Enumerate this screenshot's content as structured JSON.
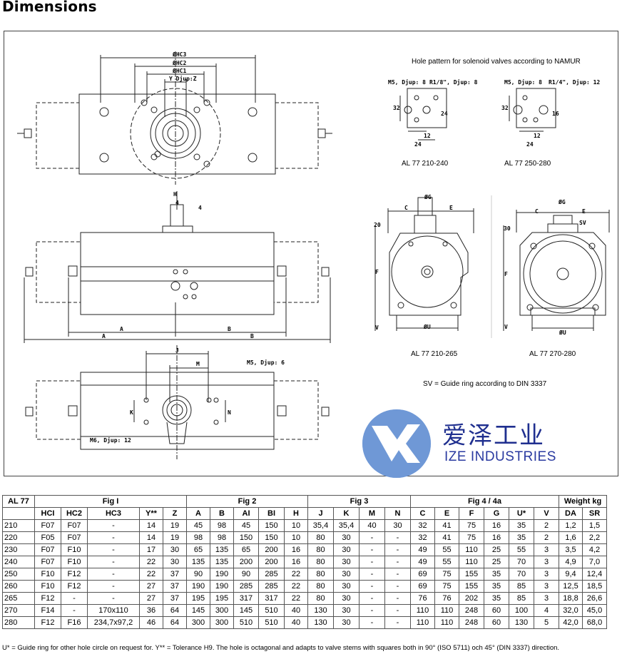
{
  "title": "Dimensions",
  "figure": {
    "hole_pattern_title": "Hole pattern for solenoid valves according to NAMUR",
    "caption_210_240": "AL 77 210-240",
    "caption_250_280": "AL 77 250-280",
    "caption_210_265": "AL 77 210-265",
    "caption_270_280": "AL 77 270-280",
    "sv_note": "SV = Guide ring according to DIN 3337",
    "dim_labels": {
      "hc3": "ØHC3",
      "hc2": "ØHC2",
      "hc1": "ØHC1",
      "y_djup": "Y  Djup:Z",
      "m5_8": "M5, Djup: 8",
      "r18": "R1/8\", Djup: 8",
      "m5_8b": "M5, Djup: 8",
      "r14": "R1/4\", Djup: 12",
      "n32a": "32",
      "n32b": "32",
      "n24a": "24",
      "n12": "12",
      "n24b": "24",
      "n12b": "12",
      "n16": "16",
      "n24c": "24",
      "h": "H",
      "n4a": "4",
      "n4b": "4",
      "a1": "A",
      "b1": "B",
      "a2": "A",
      "b2": "B",
      "j": "J",
      "m": "M",
      "k": "K",
      "n": "N",
      "m5_6": "M5, Djup: 6",
      "m6_12": "M6, Djup: 12",
      "g1": "ØG",
      "c1": "C",
      "e1": "E",
      "n20": "20",
      "f1": "F",
      "v1": "V",
      "u1": "ØU",
      "g2": "ØG",
      "c2": "C",
      "e2": "E",
      "n30": "30",
      "sv": "SV",
      "f2": "F",
      "v2": "V",
      "u2": "ØU"
    }
  },
  "logo": {
    "chinese": "爱泽工业",
    "english": "IZE INDUSTRIES",
    "colors": {
      "light": "#8fb5e6",
      "dark": "#1f2f8f"
    }
  },
  "table": {
    "group_headers": [
      "AL 77",
      "Fig I",
      "Fig 2",
      "Fig 3",
      "Fig 4 / 4a",
      "Weight kg"
    ],
    "columns": [
      "",
      "HCI",
      "HC2",
      "HC3",
      "Y**",
      "Z",
      "A",
      "B",
      "AI",
      "BI",
      "H",
      "J",
      "K",
      "M",
      "N",
      "C",
      "E",
      "F",
      "G",
      "U*",
      "V",
      "DA",
      "SR"
    ],
    "rows": [
      [
        "210",
        "F07",
        "F07",
        "-",
        "14",
        "19",
        "45",
        "98",
        "45",
        "150",
        "10",
        "35,4",
        "35,4",
        "40",
        "30",
        "32",
        "41",
        "75",
        "16",
        "35",
        "2",
        "1,2",
        "1,5"
      ],
      [
        "220",
        "F05",
        "F07",
        "-",
        "14",
        "19",
        "98",
        "98",
        "150",
        "150",
        "10",
        "80",
        "30",
        "-",
        "-",
        "32",
        "41",
        "75",
        "16",
        "35",
        "2",
        "1,6",
        "2,2"
      ],
      [
        "230",
        "F07",
        "F10",
        "-",
        "17",
        "30",
        "65",
        "135",
        "65",
        "200",
        "16",
        "80",
        "30",
        "-",
        "-",
        "49",
        "55",
        "110",
        "25",
        "55",
        "3",
        "3,5",
        "4,2"
      ],
      [
        "240",
        "F07",
        "F10",
        "-",
        "22",
        "30",
        "135",
        "135",
        "200",
        "200",
        "16",
        "80",
        "30",
        "-",
        "-",
        "49",
        "55",
        "110",
        "25",
        "70",
        "3",
        "4,9",
        "7,0"
      ],
      [
        "250",
        "F10",
        "F12",
        "-",
        "22",
        "37",
        "90",
        "190",
        "90",
        "285",
        "22",
        "80",
        "30",
        "-",
        "-",
        "69",
        "75",
        "155",
        "35",
        "70",
        "3",
        "9,4",
        "12,4"
      ],
      [
        "260",
        "F10",
        "F12",
        "-",
        "27",
        "37",
        "190",
        "190",
        "285",
        "285",
        "22",
        "80",
        "30",
        "-",
        "-",
        "69",
        "75",
        "155",
        "35",
        "85",
        "3",
        "12,5",
        "18,5"
      ],
      [
        "265",
        "F12",
        "-",
        "-",
        "27",
        "37",
        "195",
        "195",
        "317",
        "317",
        "22",
        "80",
        "30",
        "-",
        "-",
        "76",
        "76",
        "202",
        "35",
        "85",
        "3",
        "18,8",
        "26,6"
      ],
      [
        "270",
        "F14",
        "-",
        "170x110",
        "36",
        "64",
        "145",
        "300",
        "145",
        "510",
        "40",
        "130",
        "30",
        "-",
        "-",
        "110",
        "110",
        "248",
        "60",
        "100",
        "4",
        "32,0",
        "45,0"
      ],
      [
        "280",
        "F12",
        "F16",
        "234,7x97,2",
        "46",
        "64",
        "300",
        "300",
        "510",
        "510",
        "40",
        "130",
        "30",
        "-",
        "-",
        "110",
        "110",
        "248",
        "60",
        "130",
        "5",
        "42,0",
        "68,0"
      ]
    ]
  },
  "footnote": "U* = Guide ring for other hole circle on request for.   Y** = Tolerance H9. The hole is octagonal and adapts to valve stems with squares both in 90° (ISO 5711) och 45° (DIN 3337) direction."
}
